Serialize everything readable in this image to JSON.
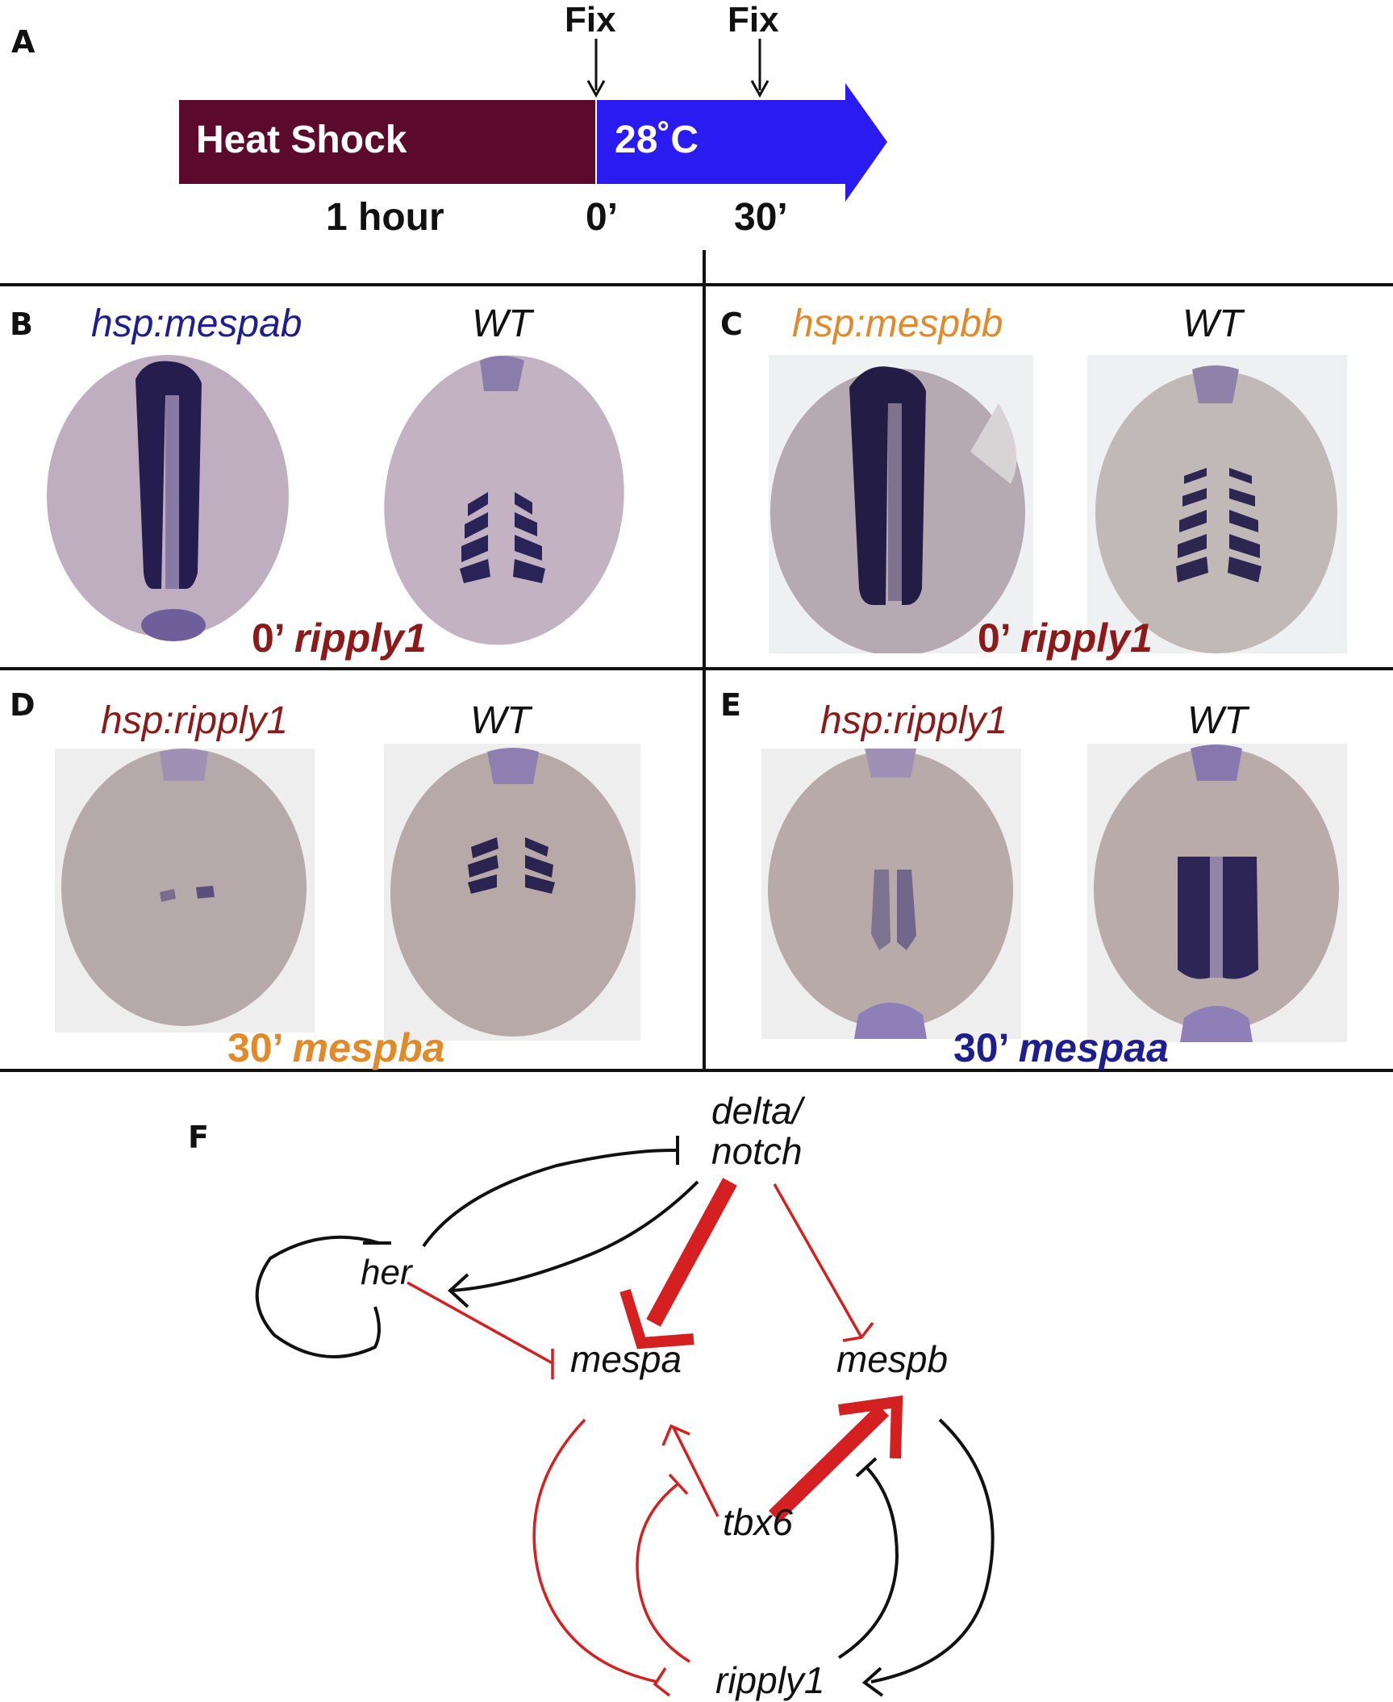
{
  "panelA": {
    "letter": "A",
    "heat_shock_label": "Heat Shock",
    "temp_label": "28˚C",
    "fix_label_1": "Fix",
    "fix_label_2": "Fix",
    "duration_label": "1 hour",
    "time_0": "0’",
    "time_30": "30’",
    "colors": {
      "heat_shock": "#5b0a2c",
      "recovery": "#2a1cf0"
    }
  },
  "panelB": {
    "letter": "B",
    "label_left": "hsp:mespab",
    "label_right": "WT",
    "caption_time": "0’ ",
    "caption_gene": "ripply1",
    "colors": {
      "label_left": "#1e1e8c",
      "caption": "#8b1a1a"
    }
  },
  "panelC": {
    "letter": "C",
    "label_left": "hsp:mespbb",
    "label_right": "WT",
    "caption_time": "0’ ",
    "caption_gene": "ripply1",
    "colors": {
      "label_left": "#e08a2c",
      "caption": "#8b1a1a"
    }
  },
  "panelD": {
    "letter": "D",
    "label_left": "hsp:ripply1",
    "label_right": "WT",
    "caption_time": "30’ ",
    "caption_gene": "mespba",
    "colors": {
      "label_left": "#8b1a1a",
      "caption": "#e08a2c"
    }
  },
  "panelE": {
    "letter": "E",
    "label_left": "hsp:ripply1",
    "label_right": "WT",
    "caption_time": "30’ ",
    "caption_gene": "mespaa",
    "colors": {
      "label_left": "#8b1a1a",
      "caption": "#1e1e8c"
    }
  },
  "panelF": {
    "letter": "F",
    "nodes": {
      "delta_line1": "delta/",
      "delta_line2": "notch",
      "her": "her",
      "mespa": "mespa",
      "mespb": "mespb",
      "tbx6": "tbx6",
      "ripply1": "ripply1"
    },
    "colors": {
      "black_edge": "#111111",
      "red_edge": "#d42020"
    }
  }
}
